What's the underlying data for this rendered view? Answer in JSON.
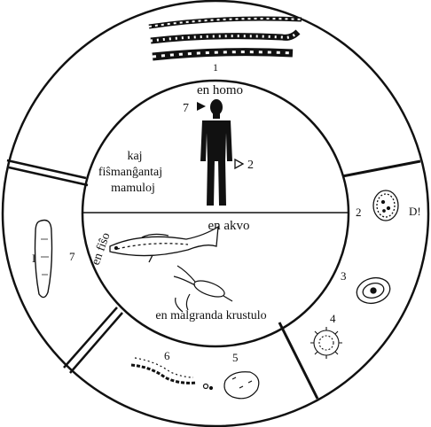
{
  "labels": {
    "en_homo": "en homo",
    "kaj": "kaj",
    "fismangantaj": "fiŝmanĝantaj",
    "mamuloj": "mamuloj",
    "en_akvo": "en akvo",
    "en_fiso": "en fiŝo",
    "en_malgranda_krustulo": "en malgranda krustulo"
  },
  "stages": {
    "s1": "1",
    "s2_human": "2",
    "s7_human": "7",
    "s2": "2",
    "s3": "3",
    "s4": "4",
    "s5": "5",
    "s6": "6",
    "s7": "7",
    "i_mark": "I!",
    "d_mark": "D!"
  }
}
